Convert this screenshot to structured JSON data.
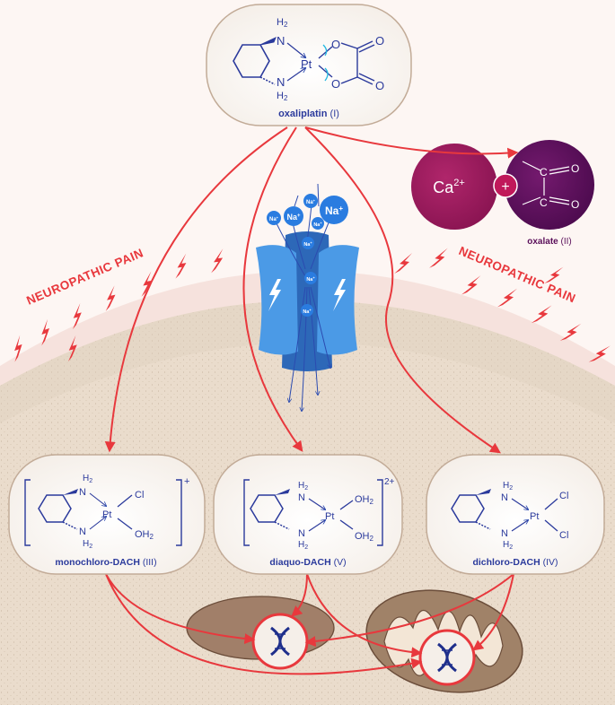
{
  "oxaliplatin": {
    "name": "oxaliplatin",
    "num": "(I)",
    "atoms": {
      "h2": "H",
      "h2_sub": "2",
      "n": "N",
      "pt": "Pt",
      "o": "O"
    }
  },
  "oxalate": {
    "name": "oxalate",
    "num": "(II)",
    "ca": "Ca",
    "ca_charge": "2+",
    "plus": "+",
    "c": "C",
    "o": "O"
  },
  "sodium": {
    "na": "Na",
    "plus": "+"
  },
  "pain": {
    "label_left": "NEUROPATHIC PAIN",
    "label_right": "NEUROPATHIC PAIN"
  },
  "monochloro": {
    "name": "monochloro-DACH",
    "num": "(III)",
    "charge": "+",
    "atoms": {
      "h2": "H",
      "h2_sub": "2",
      "n": "N",
      "pt": "Pt",
      "cl": "Cl",
      "oh2": "OH",
      "oh2_sub": "2"
    }
  },
  "diaquo": {
    "name": "diaquo-DACH",
    "num": "(V)",
    "charge": "2+",
    "atoms": {
      "h2": "H",
      "h2_sub": "2",
      "n": "N",
      "pt": "Pt",
      "oh2": "OH",
      "oh2_sub": "2"
    }
  },
  "dichloro": {
    "name": "dichloro-DACH",
    "num": "(IV)",
    "atoms": {
      "h2": "H",
      "h2_sub": "2",
      "n": "N",
      "pt": "Pt",
      "cl": "Cl"
    }
  },
  "colors": {
    "accent_red": "#e8383d",
    "molecule_blue": "#2b3a9c",
    "channel_blue": "#3f8fe0",
    "ca_magenta": "#9b1a5e",
    "oxalate_purple": "#5a0f5a"
  }
}
